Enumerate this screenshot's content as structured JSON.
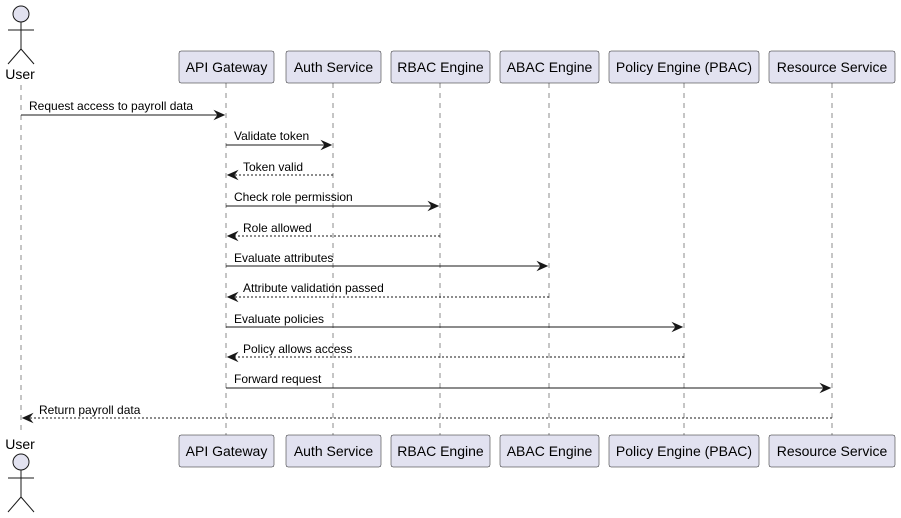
{
  "actor": {
    "name": "User"
  },
  "participants": [
    {
      "id": "gateway",
      "name": "API Gateway"
    },
    {
      "id": "auth",
      "name": "Auth Service"
    },
    {
      "id": "rbac",
      "name": "RBAC Engine"
    },
    {
      "id": "abac",
      "name": "ABAC Engine"
    },
    {
      "id": "pbac",
      "name": "Policy Engine (PBAC)"
    },
    {
      "id": "resource",
      "name": "Resource Service"
    }
  ],
  "messages": [
    {
      "from": "user",
      "to": "gateway",
      "label": "Request access to payroll data",
      "style": "solid"
    },
    {
      "from": "gateway",
      "to": "auth",
      "label": "Validate token",
      "style": "solid"
    },
    {
      "from": "auth",
      "to": "gateway",
      "label": "Token valid",
      "style": "dashed"
    },
    {
      "from": "gateway",
      "to": "rbac",
      "label": "Check role permission",
      "style": "solid"
    },
    {
      "from": "rbac",
      "to": "gateway",
      "label": "Role allowed",
      "style": "dashed"
    },
    {
      "from": "gateway",
      "to": "abac",
      "label": "Evaluate attributes",
      "style": "solid"
    },
    {
      "from": "abac",
      "to": "gateway",
      "label": "Attribute validation passed",
      "style": "dashed"
    },
    {
      "from": "gateway",
      "to": "pbac",
      "label": "Evaluate policies",
      "style": "solid"
    },
    {
      "from": "pbac",
      "to": "gateway",
      "label": "Policy allows access",
      "style": "dashed"
    },
    {
      "from": "gateway",
      "to": "resource",
      "label": "Forward request",
      "style": "solid"
    },
    {
      "from": "resource",
      "to": "user",
      "label": "Return payroll data",
      "style": "dashed"
    }
  ],
  "colors": {
    "participant_fill": "#e2e2f0",
    "line": "#181818"
  }
}
